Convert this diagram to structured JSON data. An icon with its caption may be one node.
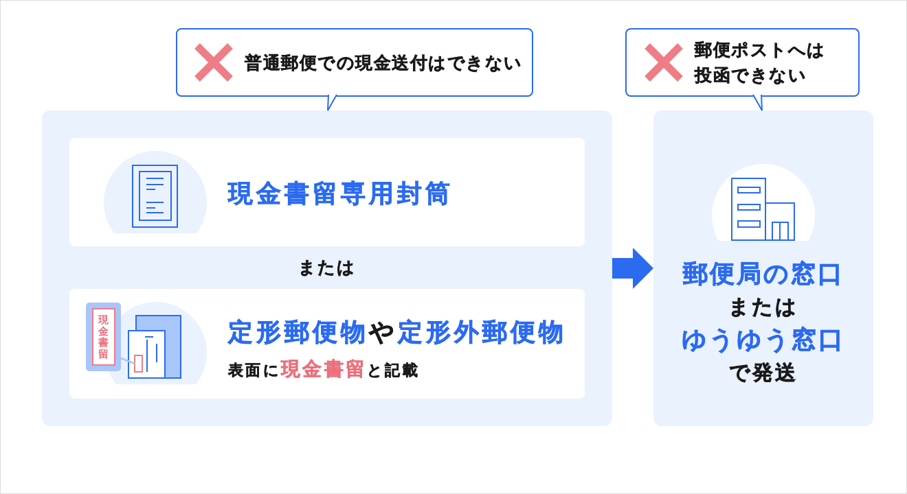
{
  "diagram": {
    "nodes": [
      {
        "text": [
          "普通郵便での現金送付はできない"
        ]
      },
      {
        "text": [
          "または"
        ]
      },
      {
        "text": [
          "現金書留専用封筒"
        ],
        "in": 1
      },
      {
        "text": [
          "**定形郵便物**や**定形外郵便物**",
          "表面に**現金書留**と記載"
        ],
        "in": 1
      },
      {
        "text": [
          "現金書留"
        ],
        "in": 3
      },
      {
        "text": [
          "郵便ポストへは投函できない"
        ]
      },
      {
        "text": [
          "**郵便局の窓口**または**ゆうゆう窓口**で発送"
        ]
      }
    ],
    "edges": [
      {
        "from": 0,
        "to": 1,
        "arrow": "to"
      },
      {
        "from": 1,
        "to": 6,
        "arrow": "to",
        "style": "thick"
      },
      {
        "from": 5,
        "to": 6,
        "arrow": "to"
      },
      {
        "from": 4,
        "to": null,
        "arrow": "none",
        "color": "#a9c6fb"
      }
    ]
  }
}
